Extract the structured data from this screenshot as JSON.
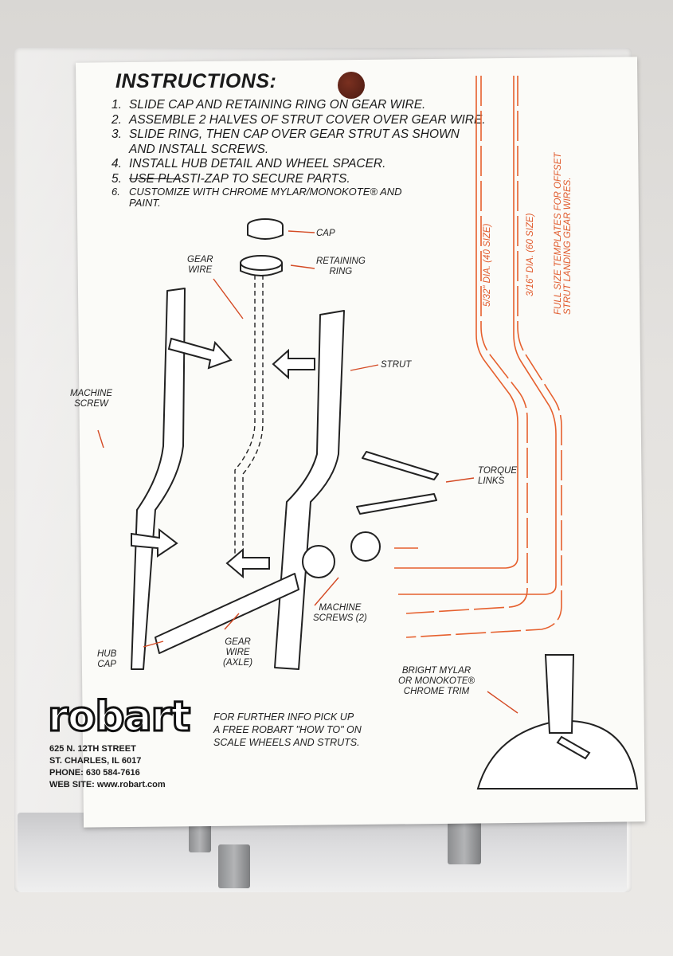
{
  "instructions": {
    "title": "INSTRUCTIONS:",
    "steps": [
      {
        "num": "1.",
        "text": "SLIDE CAP AND RETAINING RING ON GEAR WIRE."
      },
      {
        "num": "2.",
        "text": "ASSEMBLE 2 HALVES OF STRUT COVER OVER GEAR WIRE."
      },
      {
        "num": "3.",
        "text": "SLIDE RING, THEN CAP OVER GEAR STRUT AS SHOWN",
        "cont": "AND INSTALL SCREWS."
      },
      {
        "num": "4.",
        "text": "INSTALL HUB DETAIL AND WHEEL SPACER."
      },
      {
        "num": "5.",
        "strike": "USE PLA",
        "text": "STI-ZAP TO SECURE PARTS."
      },
      {
        "num": "6.",
        "text": "CUSTOMIZE WITH CHROME MYLAR/MONOKOTE® AND",
        "cont": "PAINT."
      }
    ]
  },
  "labels": {
    "cap": "CAP",
    "retaining_ring": [
      "RETAINING",
      "RING"
    ],
    "gear_wire_top": [
      "GEAR",
      "WIRE"
    ],
    "strut": "STRUT",
    "machine_screw": [
      "MACHINE",
      "SCREW"
    ],
    "torque_links": [
      "TORQUE",
      "LINKS"
    ],
    "machine_screws_2": [
      "MACHINE",
      "SCREWS (2)"
    ],
    "hub_cap": [
      "HUB",
      "CAP"
    ],
    "gear_wire_axle": [
      "GEAR",
      "WIRE",
      "(AXLE)"
    ],
    "bright_mylar": [
      "BRIGHT MYLAR",
      "OR MONOKOTE®",
      "CHROME TRIM"
    ]
  },
  "templates": {
    "dia_40": "5/32\" DIA. (40 SIZE)",
    "dia_60": "3/16\" DIA. (60 SIZE)",
    "full_size": [
      "FULL SIZE TEMPLATES FOR OFFSET",
      "STRUT LANDING GEAR WIRES."
    ]
  },
  "brand": {
    "logo": "robart",
    "address": [
      "625 N. 12TH STREET",
      "ST. CHARLES, IL 6017",
      "PHONE: 630 584-7616",
      "WEB SITE: www.robart.com"
    ],
    "info": [
      "FOR FURTHER INFO PICK UP",
      "A FREE ROBART \"HOW TO\" ON",
      "SCALE WHEELS AND STRUTS."
    ]
  },
  "colors": {
    "template_lines": "#e6602e",
    "card": "#fbfbf8",
    "ink": "#1b1b1b",
    "hole": "#5a2218"
  }
}
